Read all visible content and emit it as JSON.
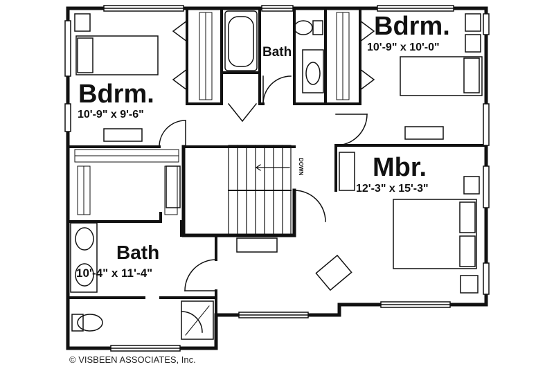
{
  "rooms": {
    "bedroom_left": {
      "name": "Bdrm.",
      "size": "10'-9\" x 9'-6\""
    },
    "bedroom_right": {
      "name": "Bdrm.",
      "size": "10'-9\" x 10'-0\""
    },
    "bath_top": {
      "name": "Bath"
    },
    "master_bedroom": {
      "name": "Mbr.",
      "size": "12'-3\" x 15'-3\""
    },
    "bath_lower": {
      "name": "Bath",
      "size": "10'-4\" x 11'-4\""
    }
  },
  "stairs": {
    "label": "DOWN"
  },
  "footer": {
    "copyright": "© VISBEEN ASSOCIATES, Inc."
  }
}
